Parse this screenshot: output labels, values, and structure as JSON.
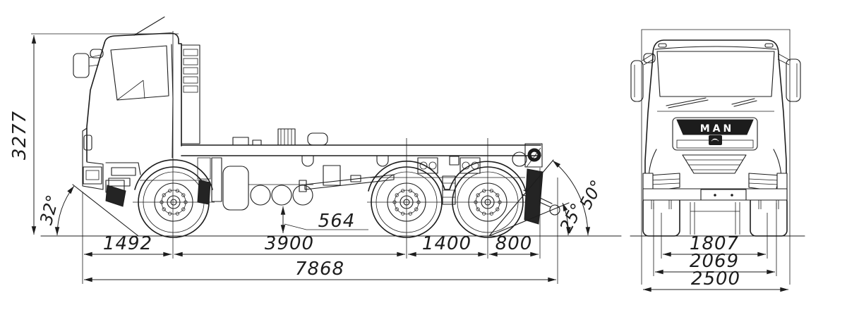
{
  "colors": {
    "line": "#1d1d1d",
    "background": "#ffffff",
    "logo_band": "#1c1c1c"
  },
  "branding": {
    "grille_logo": "MAN"
  },
  "side_view": {
    "overall_height": "3277",
    "approach_angle": "32°",
    "ground_clearance": "564",
    "front_overhang": "1492",
    "wheelbase": "3900",
    "tandem_axle_spacing": "1400",
    "rear_axle_to_frame_end": "800",
    "overall_length": "7868",
    "departure_angle_outer": "50°",
    "departure_angle_inner": "25°"
  },
  "front_view": {
    "front_track": "1807",
    "body_width": "2069",
    "overall_width": "2500"
  }
}
